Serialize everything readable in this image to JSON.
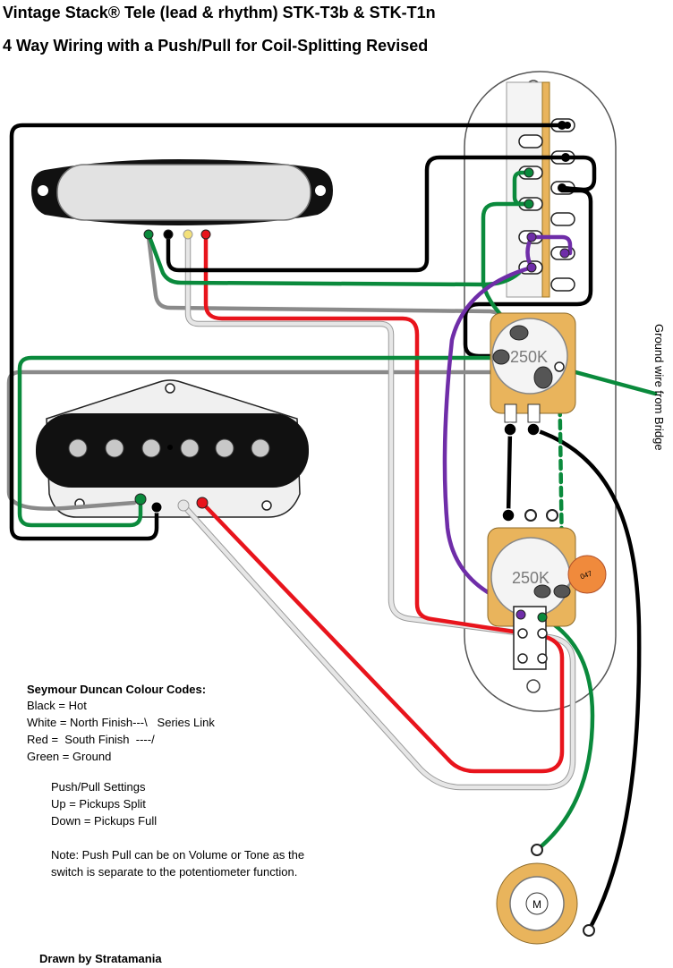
{
  "title": {
    "line1": "Vintage Stack® Tele (lead & rhythm) STK-T3b & STK-T1n",
    "line2": "4 Way Wiring with a Push/Pull for Coil-Splitting Revised"
  },
  "pots": {
    "volume_label": "250K",
    "tone_label": "250K"
  },
  "capacitor": {
    "label": "047"
  },
  "jack": {
    "label": "M"
  },
  "ground_note": "Ground wire from Bridge",
  "legend": {
    "heading": "Seymour Duncan Colour Codes:",
    "lines": [
      "Black = Hot",
      "White = North Finish---\\   Series Link",
      "Red =  South Finish  ----/",
      "Green = Ground"
    ]
  },
  "push_pull": {
    "heading": "Push/Pull Settings",
    "lines": [
      "Up = Pickups Split",
      "Down = Pickups Full"
    ]
  },
  "note": {
    "line1": "Note: Push Pull can be on Volume or Tone as the",
    "line2": "switch is separate to the potentiometer function."
  },
  "credit": "Drawn by Stratamania",
  "colors": {
    "black": "#000000",
    "white": "#e6e6e6",
    "red": "#e8141c",
    "green": "#0a8a3c",
    "gray": "#8a8a8a",
    "purple": "#6f2da8",
    "pot_base": "#e9b45c",
    "capacitor": "#f08a3c"
  }
}
